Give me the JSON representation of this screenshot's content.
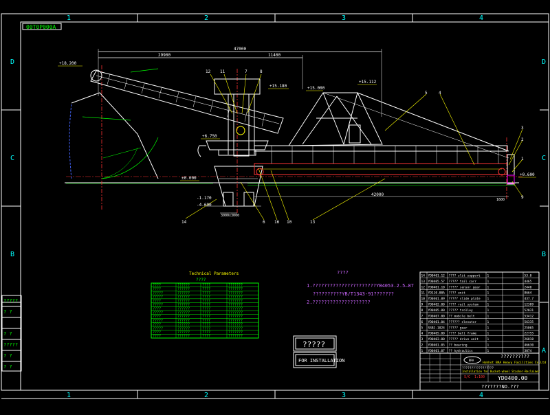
{
  "drawing": {
    "stamp": "00T0P000A",
    "frame_columns": [
      "1",
      "2",
      "3",
      "4"
    ],
    "frame_rows": [
      "D",
      "C",
      "B",
      "A"
    ],
    "part_callouts": [
      "12",
      "11",
      "7",
      "8",
      "5",
      "4",
      "3",
      "2",
      "1",
      "9",
      "14",
      "6",
      "16",
      "10",
      "13"
    ],
    "elevations": {
      "left_top": "+18.200",
      "mast": "+15.180",
      "truss": "+15.000",
      "right_top": "+15.112",
      "pivot": "+6.750",
      "ground": "±0.000",
      "right_ground": "+0.600",
      "pit_1": "-1.170",
      "pit_2": "-4.690"
    },
    "dimensions": {
      "overall": "47000",
      "left": "29900",
      "middle": "11400",
      "rail": "42000",
      "base": "3000x3000",
      "right_small": "1600"
    },
    "technical_block": {
      "title": "Technical Parameters",
      "subtitle": "????",
      "rows": [
        [
          "????",
          "??????",
          "????",
          "???????"
        ],
        [
          "????",
          "??????",
          "????",
          "???????"
        ],
        [
          "?????",
          "??????",
          "????",
          "???????"
        ],
        [
          "?????",
          "??????",
          "????",
          "???????"
        ],
        [
          "????",
          "??????",
          "????",
          "???????"
        ],
        [
          "?????",
          "??????",
          "????",
          "???????"
        ],
        [
          "????",
          "??????",
          "????",
          "???????"
        ],
        [
          "?????",
          "??????",
          "????",
          "???????"
        ],
        [
          "????",
          "??????",
          "????",
          "???????"
        ],
        [
          "?????",
          "??????",
          "????",
          "???????"
        ],
        [
          "????",
          "??????",
          "????",
          "???????"
        ],
        [
          "?????",
          "??????",
          "????",
          "???????"
        ],
        [
          "????",
          "??????",
          "????",
          "???????"
        ],
        [
          "????",
          "??????",
          "????",
          "???????"
        ]
      ]
    },
    "notes": {
      "title": "????",
      "line1": "1.??????????????????????YB4053.2.5—87",
      "line2": "??????????YB/T1343-91???????",
      "line3": "2.????????????????????"
    },
    "stamps": {
      "box1": "?????",
      "box2": "FOR INSTALLATION"
    },
    "parts_list": [
      [
        "14",
        "YD0401.12",
        "???? slit support",
        "1",
        "53.0"
      ],
      [
        "13",
        "YD0405.57",
        "????? tail carr",
        "1",
        "4465"
      ],
      [
        "12",
        "YD0401.10",
        "????? sensor gear",
        "1",
        "2440"
      ],
      [
        "11",
        "YD110.00A",
        "???? unit",
        "1",
        "8664"
      ],
      [
        "10",
        "YD0401.09",
        "????? slide plate",
        "1",
        "437.7"
      ],
      [
        "9",
        "YD0402.00",
        "???? rail system",
        "1",
        "12389"
      ],
      [
        "8",
        "YD0405.00",
        "????? trolley",
        "1",
        "52031"
      ],
      [
        "7",
        "YD0407.00",
        "?? mobile belt",
        "1",
        "53412"
      ],
      [
        "6",
        "YD0401.04",
        "?????? elevator",
        "1",
        "56335"
      ],
      [
        "5",
        "SSBJ-1024",
        "????? gear",
        "1",
        "25065"
      ],
      [
        "4",
        "YD0405.00",
        "???? belt frame",
        "1",
        "22755"
      ],
      [
        "3",
        "YD0403.00",
        "????? drive unit",
        "1",
        "26818"
      ],
      [
        "2",
        "YD0401.05",
        "?? bearing",
        "1",
        "46630"
      ],
      [
        "1",
        "YD0401.07",
        "?? hydraulics",
        "1",
        "3074"
      ]
    ],
    "title_block": {
      "company_cn": "??????????",
      "company_en": "Hohhot BRA Heavy Facilities Co.Ltd",
      "drawing_name_1": "?????????????????",
      "drawing_name_2": "Installation for Bucket-wheel Stacker-Reclaimer",
      "row_a": "S/C",
      "row_b": "1:100",
      "drawing_no": "YD0400.00",
      "bottom": "???????NO.???"
    }
  }
}
